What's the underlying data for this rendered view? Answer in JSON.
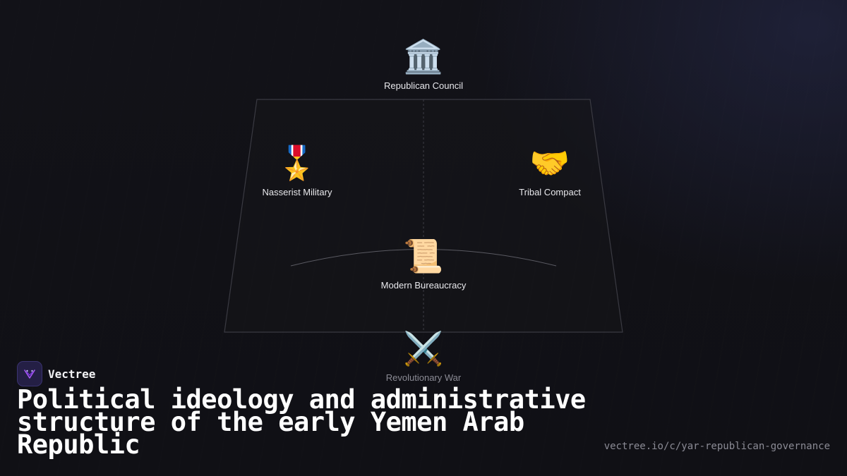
{
  "diagram": {
    "nodes": [
      {
        "id": "top",
        "icon": "classical-building-icon",
        "glyph": "🏛️",
        "label": "Republican Council"
      },
      {
        "id": "left",
        "icon": "military-medal-icon",
        "glyph": "🎖️",
        "label": "Nasserist Military"
      },
      {
        "id": "right",
        "icon": "handshake-icon",
        "glyph": "🤝",
        "label": "Tribal Compact"
      },
      {
        "id": "center",
        "icon": "scroll-icon",
        "glyph": "📜",
        "label": "Modern Bureaucracy"
      },
      {
        "id": "bottom",
        "icon": "crossed-swords-icon",
        "glyph": "⚔️",
        "label": "Revolutionary War"
      }
    ]
  },
  "brand": {
    "name": "Vectree",
    "logo_icon": "vectree-logo-icon",
    "accent": "#8b5cf6"
  },
  "title": "Political ideology and administrative structure of the early Yemen Arab Republic",
  "url": "vectree.io/c/yar-republican-governance",
  "colors": {
    "background": "#111116",
    "line": "#3a3a42",
    "text": "#e6e6ea",
    "muted": "#8a8a94"
  }
}
